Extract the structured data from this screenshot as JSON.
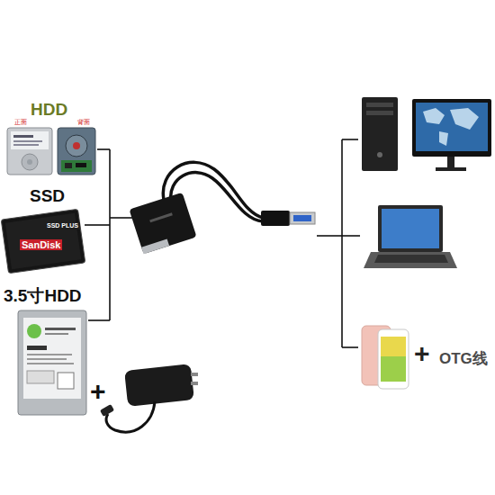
{
  "diagram": {
    "nodes": [
      {
        "text": [
          "HDD"
        ]
      },
      {
        "text": [
          "SSD"
        ]
      },
      {
        "text": [
          "3.5寸HDD"
        ]
      }
    ],
    "labels": [
      "正面",
      "背面",
      "SanDisk",
      "SSD PLUS",
      "+",
      "+",
      "OTG线"
    ]
  }
}
